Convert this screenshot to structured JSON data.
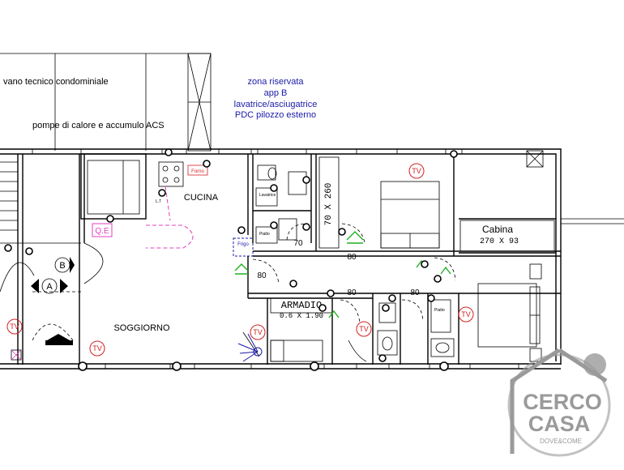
{
  "top_area": {
    "line1": "vano tecnico condominiale",
    "line2": "pompe di calore e accumulo ACS"
  },
  "reserved_zone": {
    "line1": "zona riservata",
    "line2": "app B",
    "line3": "lavatrice/asciugatrice",
    "line4": "PDC pilozzo esterno"
  },
  "rooms": {
    "kitchen": "CUCINA",
    "living": "SOGGIORNO",
    "closet_title": "Cabina",
    "closet_dims": "270 X 93",
    "wardrobe_title": "ARMADIO",
    "wardrobe_dims": "0.6 X 1.90",
    "bedroom_dims": "70 X 260"
  },
  "markers": {
    "a": "A",
    "b": "B"
  },
  "door_widths": {
    "d1": "80",
    "d2": "80",
    "d3": "80",
    "d4": "80",
    "d5": "70"
  },
  "tv_label": "TV",
  "small_labels": {
    "qe": "Q.E",
    "forno": "Forno",
    "frigo": "Frigo",
    "lavatrice": "Lavatrice",
    "piatto1": "Piatto",
    "piatto2": "Piatto",
    "lt": "L.T"
  },
  "logo": {
    "line1": "CERCO",
    "line2": "CASA",
    "tagline": "DOVE&COME"
  },
  "colors": {
    "blue_text": "#1a1aa8",
    "tv_red": "#d42020",
    "magenta_plan": "#e040c0",
    "green_mark": "#20b020",
    "logo_gray": "#9a9a9a"
  }
}
